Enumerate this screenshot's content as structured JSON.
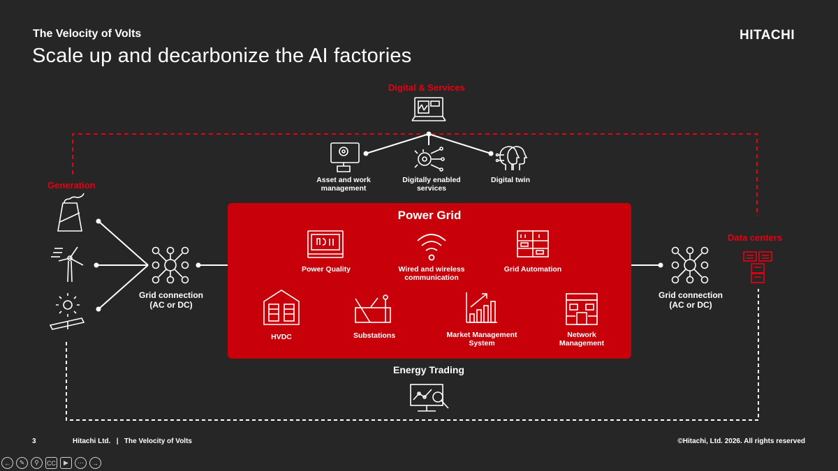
{
  "header": {
    "subtitle": "The Velocity of Volts",
    "title": "Scale up and decarbonize the AI factories",
    "logo": "HITACHI"
  },
  "sections": {
    "digital": "Digital & Services",
    "generation": "Generation",
    "data_centers": "Data centers",
    "power_grid": "Power Grid",
    "energy_trading": "Energy Trading"
  },
  "digital_items": [
    {
      "label": "Asset and work\nmanagement",
      "icon": "gear-monitor-icon"
    },
    {
      "label": "Digitally enabled\nservices",
      "icon": "gear-circuit-icon"
    },
    {
      "label": "Digital twin",
      "icon": "twin-heads-icon"
    }
  ],
  "grid_items": [
    {
      "label": "Power Quality",
      "icon": "power-quality-icon"
    },
    {
      "label": "Wired and wireless\ncommunication",
      "icon": "wifi-icon"
    },
    {
      "label": "Grid Automation",
      "icon": "control-panel-icon"
    },
    {
      "label": "HVDC",
      "icon": "hvdc-building-icon"
    },
    {
      "label": "Substations",
      "icon": "substation-icon"
    },
    {
      "label": "Market Management\nSystem",
      "icon": "bar-chart-icon"
    },
    {
      "label": "Network\nManagement",
      "icon": "network-building-icon"
    }
  ],
  "grid_connection_left": "Grid connection\n(AC or DC)",
  "grid_connection_right": "Grid connection\n(AC or DC)",
  "footer": {
    "page": "3",
    "middle": "Hitachi Ltd.   |   The Velocity of Volts",
    "copyright": "©Hitachi, Ltd. 2026. All rights reserved"
  },
  "toolbar": {
    "cc_label": "CC"
  },
  "colors": {
    "accent": "#e60012",
    "grid_box": "#c8000a",
    "background": "#262626"
  }
}
